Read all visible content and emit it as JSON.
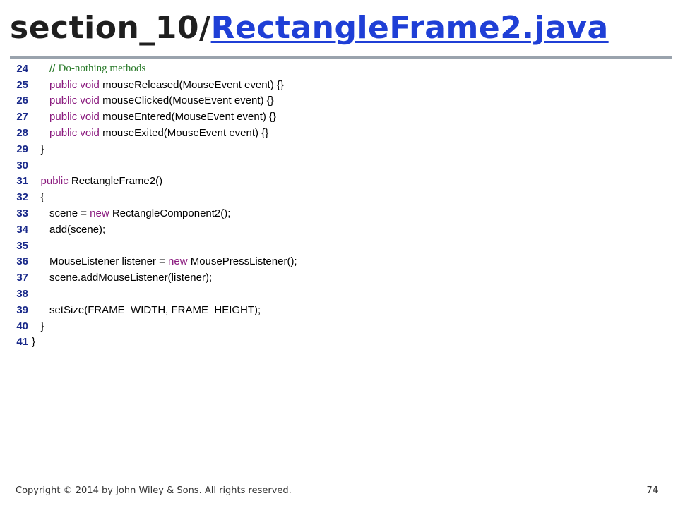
{
  "title": {
    "prefix": "section_10/",
    "link": "RectangleFrame2.java"
  },
  "code": [
    {
      "num": "24",
      "parts": [
        {
          "t": "      // ",
          "c": "cm"
        },
        {
          "t": "Do-nothing methods",
          "c": "cm-text"
        }
      ]
    },
    {
      "num": "25",
      "parts": [
        {
          "t": "      ",
          "c": ""
        },
        {
          "t": "public void",
          "c": "kw"
        },
        {
          "t": " mouseReleased(MouseEvent event) {}",
          "c": ""
        }
      ]
    },
    {
      "num": "26",
      "parts": [
        {
          "t": "      ",
          "c": ""
        },
        {
          "t": "public void",
          "c": "kw"
        },
        {
          "t": " mouseClicked(MouseEvent event) {}",
          "c": ""
        }
      ]
    },
    {
      "num": "27",
      "parts": [
        {
          "t": "      ",
          "c": ""
        },
        {
          "t": "public void",
          "c": "kw"
        },
        {
          "t": " mouseEntered(MouseEvent event) {}",
          "c": ""
        }
      ]
    },
    {
      "num": "28",
      "parts": [
        {
          "t": "      ",
          "c": ""
        },
        {
          "t": "public void",
          "c": "kw"
        },
        {
          "t": " mouseExited(MouseEvent event) {}",
          "c": ""
        }
      ]
    },
    {
      "num": "29",
      "parts": [
        {
          "t": "   }",
          "c": ""
        }
      ]
    },
    {
      "num": "30",
      "parts": []
    },
    {
      "num": "31",
      "parts": [
        {
          "t": "   ",
          "c": ""
        },
        {
          "t": "public",
          "c": "kw"
        },
        {
          "t": " RectangleFrame2()",
          "c": ""
        }
      ]
    },
    {
      "num": "32",
      "parts": [
        {
          "t": "   {",
          "c": ""
        }
      ]
    },
    {
      "num": "33",
      "parts": [
        {
          "t": "      scene = ",
          "c": ""
        },
        {
          "t": "new",
          "c": "kw"
        },
        {
          "t": " RectangleComponent2();",
          "c": ""
        }
      ]
    },
    {
      "num": "34",
      "parts": [
        {
          "t": "      add(scene);",
          "c": ""
        }
      ]
    },
    {
      "num": "35",
      "parts": []
    },
    {
      "num": "36",
      "parts": [
        {
          "t": "      MouseListener listener = ",
          "c": ""
        },
        {
          "t": "new",
          "c": "kw"
        },
        {
          "t": " MousePressListener();",
          "c": ""
        }
      ]
    },
    {
      "num": "37",
      "parts": [
        {
          "t": "      scene.addMouseListener(listener);",
          "c": ""
        }
      ]
    },
    {
      "num": "38",
      "parts": []
    },
    {
      "num": "39",
      "parts": [
        {
          "t": "      setSize(FRAME_WIDTH, FRAME_HEIGHT);",
          "c": ""
        }
      ]
    },
    {
      "num": "40",
      "parts": [
        {
          "t": "   }",
          "c": ""
        }
      ]
    },
    {
      "num": "41",
      "parts": [
        {
          "t": "}",
          "c": ""
        }
      ]
    }
  ],
  "footer": {
    "copyright": "Copyright © 2014 by John Wiley & Sons.  All rights reserved.",
    "page": "74"
  }
}
